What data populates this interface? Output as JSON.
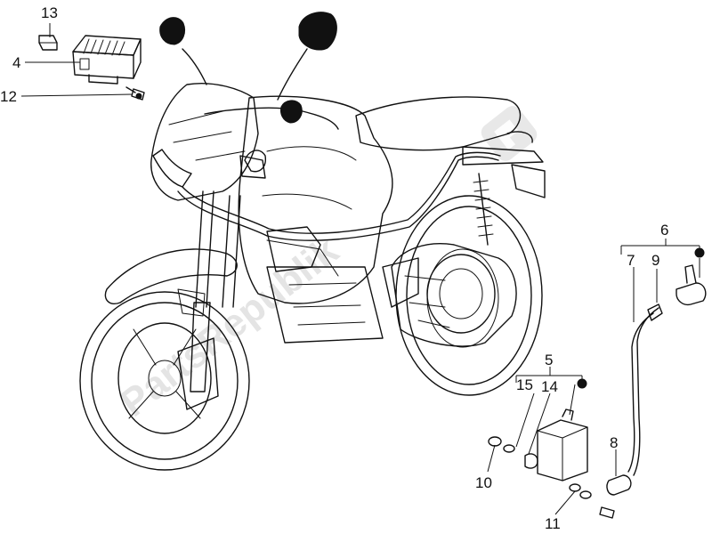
{
  "callouts": {
    "c13": "13",
    "c4": "4",
    "c12": "12",
    "c6": "6",
    "c7": "7",
    "c9": "9",
    "c5": "5",
    "c15": "15",
    "c14": "14",
    "c8": "8",
    "c10": "10",
    "c11": "11"
  },
  "watermark": {
    "text": "PartsRepublik"
  },
  "colors": {
    "ink": "#111111",
    "watermark": "#cfcfcf",
    "background": "#ffffff"
  }
}
